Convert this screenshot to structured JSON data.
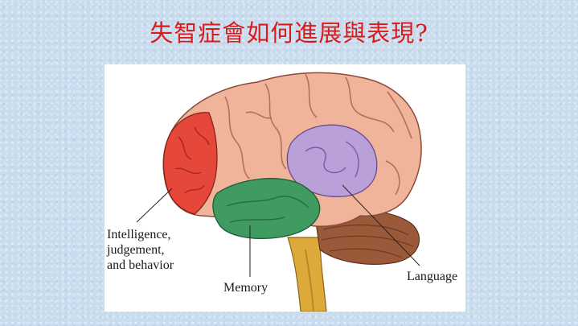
{
  "slide": {
    "title": "失智症會如何進展與表現?",
    "title_color": "#d81c1c"
  },
  "diagram": {
    "labels": {
      "intelligence": "Intelligence,\njudgement,\nand behavior",
      "memory": "Memory",
      "language": "Language"
    },
    "region_colors": {
      "cortex": "#f0b49a",
      "frontal": "#e5483a",
      "temporal": "#3f9b62",
      "language": "#b9a0d8",
      "cerebellum": "#9a5a3a",
      "brainstem": "#dca93a"
    }
  }
}
